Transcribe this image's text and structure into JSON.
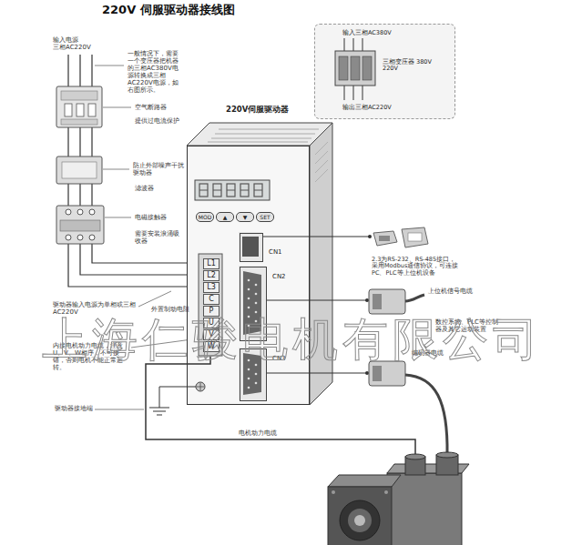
{
  "diagram": {
    "title": "220V 伺服驱动器接线图",
    "nodes": [
      {
        "text": [
          "输入三相AC380V",
          "三相变压器 380V 220V",
          "输出三相AC220V"
        ]
      },
      {
        "text": [
          "220V伺服驱动器"
        ]
      },
      {
        "text": [
          "MOD"
        ],
        "in": 1
      },
      {
        "text": [
          "▲"
        ],
        "in": 1
      },
      {
        "text": [
          "▼"
        ],
        "in": 1
      },
      {
        "text": [
          "SET"
        ],
        "in": 1
      },
      {
        "text": [
          "L1"
        ],
        "in": 1
      },
      {
        "text": [
          "L2"
        ],
        "in": 1
      },
      {
        "text": [
          "L3"
        ],
        "in": 1
      },
      {
        "text": [
          "C"
        ],
        "in": 1
      },
      {
        "text": [
          "P"
        ],
        "in": 1
      },
      {
        "text": [
          "U"
        ],
        "in": 1
      },
      {
        "text": [
          "V"
        ],
        "in": 1
      },
      {
        "text": [
          "W"
        ],
        "in": 1
      },
      {
        "text": [
          "CN1"
        ],
        "in": 1
      },
      {
        "text": [
          "CN2"
        ],
        "in": 1
      },
      {
        "text": [
          "CN3"
        ],
        "in": 1
      }
    ],
    "labels": [
      "输入电源 三相AC220V",
      "一般情况下，需要一个变压器把机器的三相AC380V电源转换成三相AC220V电源，如右图所示。",
      "空气断路器",
      "提供过电流保护",
      "防止外部噪声干扰驱动器",
      "滤波器",
      "电磁接触器",
      "需要安装浪涌吸收器",
      "驱动器输入电源为单相或三相AC220V",
      "外置制动电阻",
      "内接电机动力电缆，注意U、V、W相序，不可接错，否则电机不能正常运转。",
      "驱动器接地端",
      "电机动力电缆",
      "2.3为RS-232、RS-485接口，采用Modbus通信协议，可连接PC、PLC等上位机设备",
      "上位机信号电缆",
      "数控系统、PLC等控制器及其它运动装置",
      "编码器电缆",
      "上海仁骏电机有限公司"
    ]
  }
}
